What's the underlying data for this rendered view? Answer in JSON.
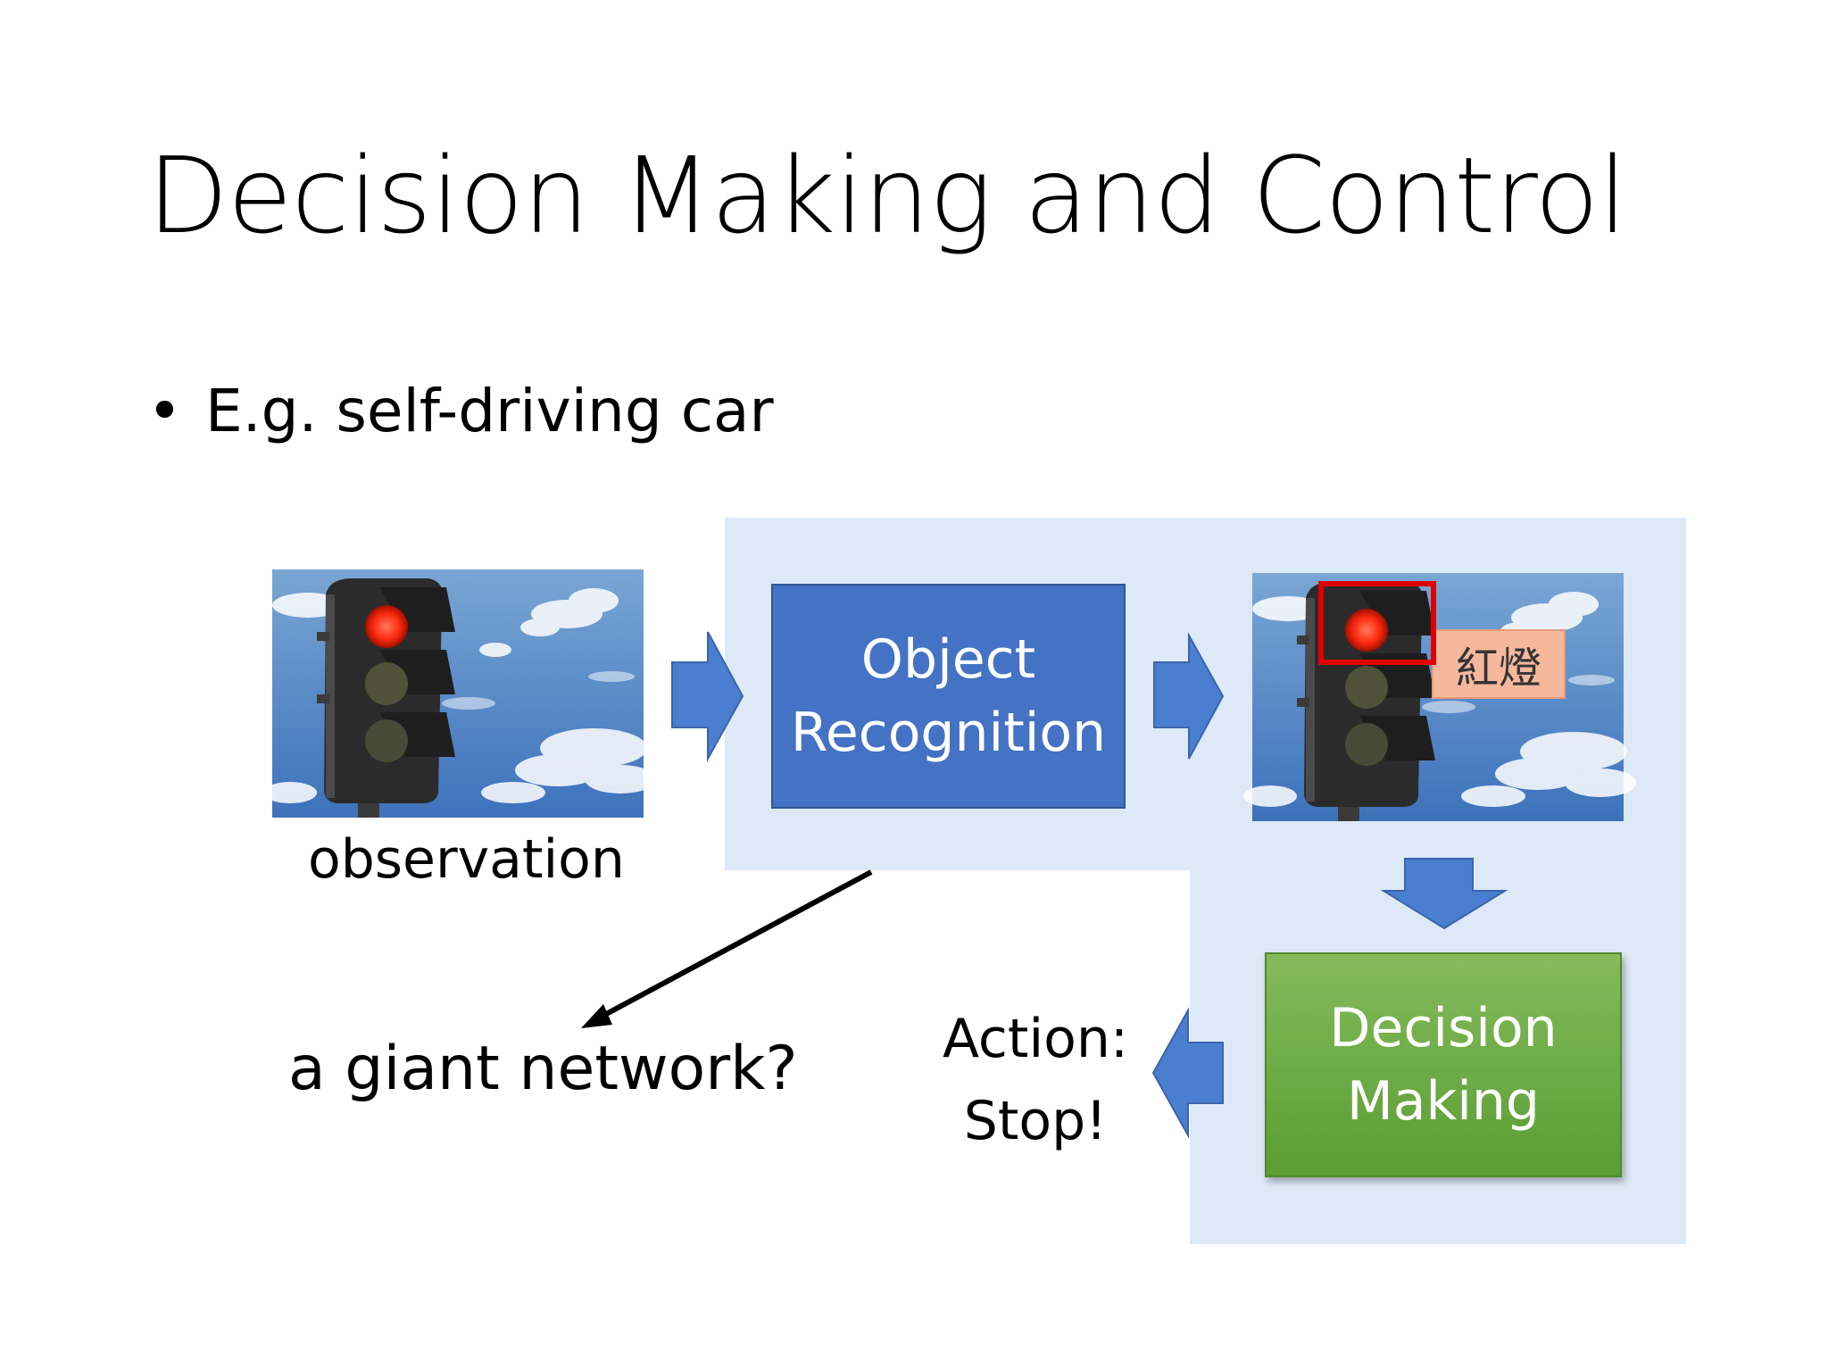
{
  "slide": {
    "title": "Decision Making and Control",
    "bullet_symbol": "•",
    "bullet": "E.g. self-driving car"
  },
  "diagram": {
    "observation_label": "observation",
    "object_recognition_label": [
      "Object",
      "Recognition"
    ],
    "red_light_tag": "紅燈",
    "decision_making_label": [
      "Decision",
      "Making"
    ],
    "action_label": [
      "Action:",
      "Stop!"
    ],
    "giant_network_label": "a giant network?"
  },
  "colors": {
    "panel_bg": "#dde9f7",
    "object_box": "#4472c4",
    "decision_box_top": "#80b85a",
    "decision_box_bottom": "#5b9e34",
    "arrow_fill": "#4a7fd0",
    "highlight_box": "#e00000",
    "tag_bg": "#f6b89c",
    "sky_top": "#6f9ccc",
    "sky_bottom": "#3f74bd"
  },
  "icons": {
    "traffic_light": "traffic-light-icon",
    "arrow_right": "arrow-right-icon",
    "arrow_down": "arrow-down-icon",
    "arrow_left": "arrow-left-icon"
  }
}
